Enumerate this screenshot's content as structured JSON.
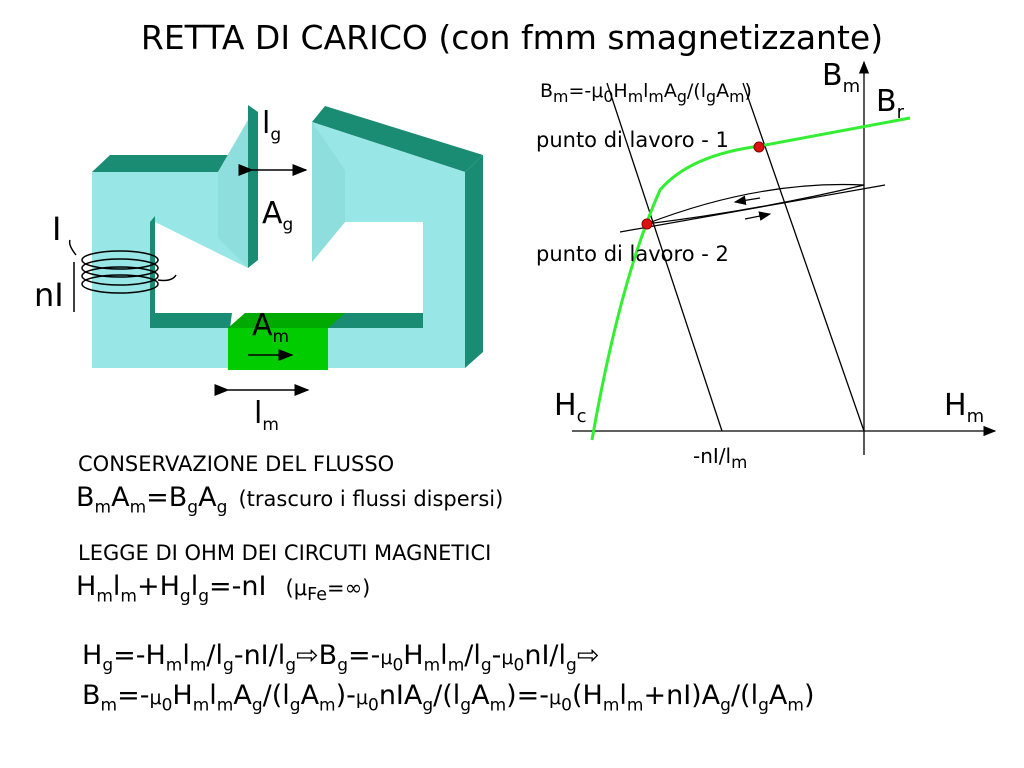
{
  "title": "RETTA DI CARICO (con fmm smagnetizzante)",
  "colors": {
    "face": "#99e6e6",
    "side": "#1a8c73",
    "magnet": "#00cc00",
    "curve": "#33ee33",
    "point": "#e01010"
  },
  "core": {
    "gap_label": "l",
    "gap_sub": "g",
    "area_gap_label": "A",
    "area_gap_sub": "g",
    "current_label": "I",
    "mmf_label": "nI",
    "magnet_area_label": "A",
    "magnet_area_sub": "m",
    "magnet_len_label": "l",
    "magnet_len_sub": "m"
  },
  "graph": {
    "y_axis_label": "B",
    "y_axis_sub": "m",
    "br_label": "B",
    "br_sub": "r",
    "x_axis_label": "H",
    "x_axis_sub": "m",
    "hc_label": "H",
    "hc_sub": "c",
    "load_line_eq": "B<sub>m</sub>=-μ<sub>0</sub>H<sub>m</sub>l<sub>m</sub>A<sub>g</sub>/(l<sub>g</sub>A<sub>m</sub>)",
    "point1_label": "punto di lavoro - 1",
    "point2_label": "punto di lavoro - 2",
    "intercept_label": "-nI/l<sub>m</sub>"
  },
  "text": {
    "flux_heading": "CONSERVAZIONE DEL FLUSSO",
    "flux_eq": "B<sub>m</sub>A<sub>m</sub>=B<sub>g</sub>A<sub>g</sub>",
    "flux_note": "(trascuro i flussi dispersi)",
    "ohm_heading": "LEGGE DI OHM DEI CIRCUTI MAGNETICI",
    "ohm_eq": "H<sub>m</sub>l<sub>m</sub>+H<sub>g</sub>l<sub>g</sub>=-nI",
    "ohm_note": "(μ<sub>Fe</sub>=∞)",
    "deriv1": "H<sub>g</sub>=-H<sub>m</sub>l<sub>m</sub>/l<sub>g</sub>-nI/l<sub>g</sub>⇨B<sub>g</sub>=-<span class=\"mu\">μ</span><sub>0</sub>H<sub>m</sub>l<sub>m</sub>/l<sub>g</sub>-<span class=\"mu\">μ</span><sub>0</sub>nI/l<sub>g</sub>⇨",
    "deriv2": "B<sub>m</sub>=-<span class=\"mu\">μ</span><sub>0</sub>H<sub>m</sub>l<sub>m</sub>A<sub>g</sub>/(l<sub>g</sub>A<sub>m</sub>)-<span class=\"mu\">μ</span><sub>0</sub>nIA<sub>g</sub>/(l<sub>g</sub>A<sub>m</sub>)=-<span class=\"mu\">μ</span><sub>0</sub>(H<sub>m</sub>l<sub>m</sub>+nI)A<sub>g</sub>/(l<sub>g</sub>A<sub>m</sub>)"
  }
}
